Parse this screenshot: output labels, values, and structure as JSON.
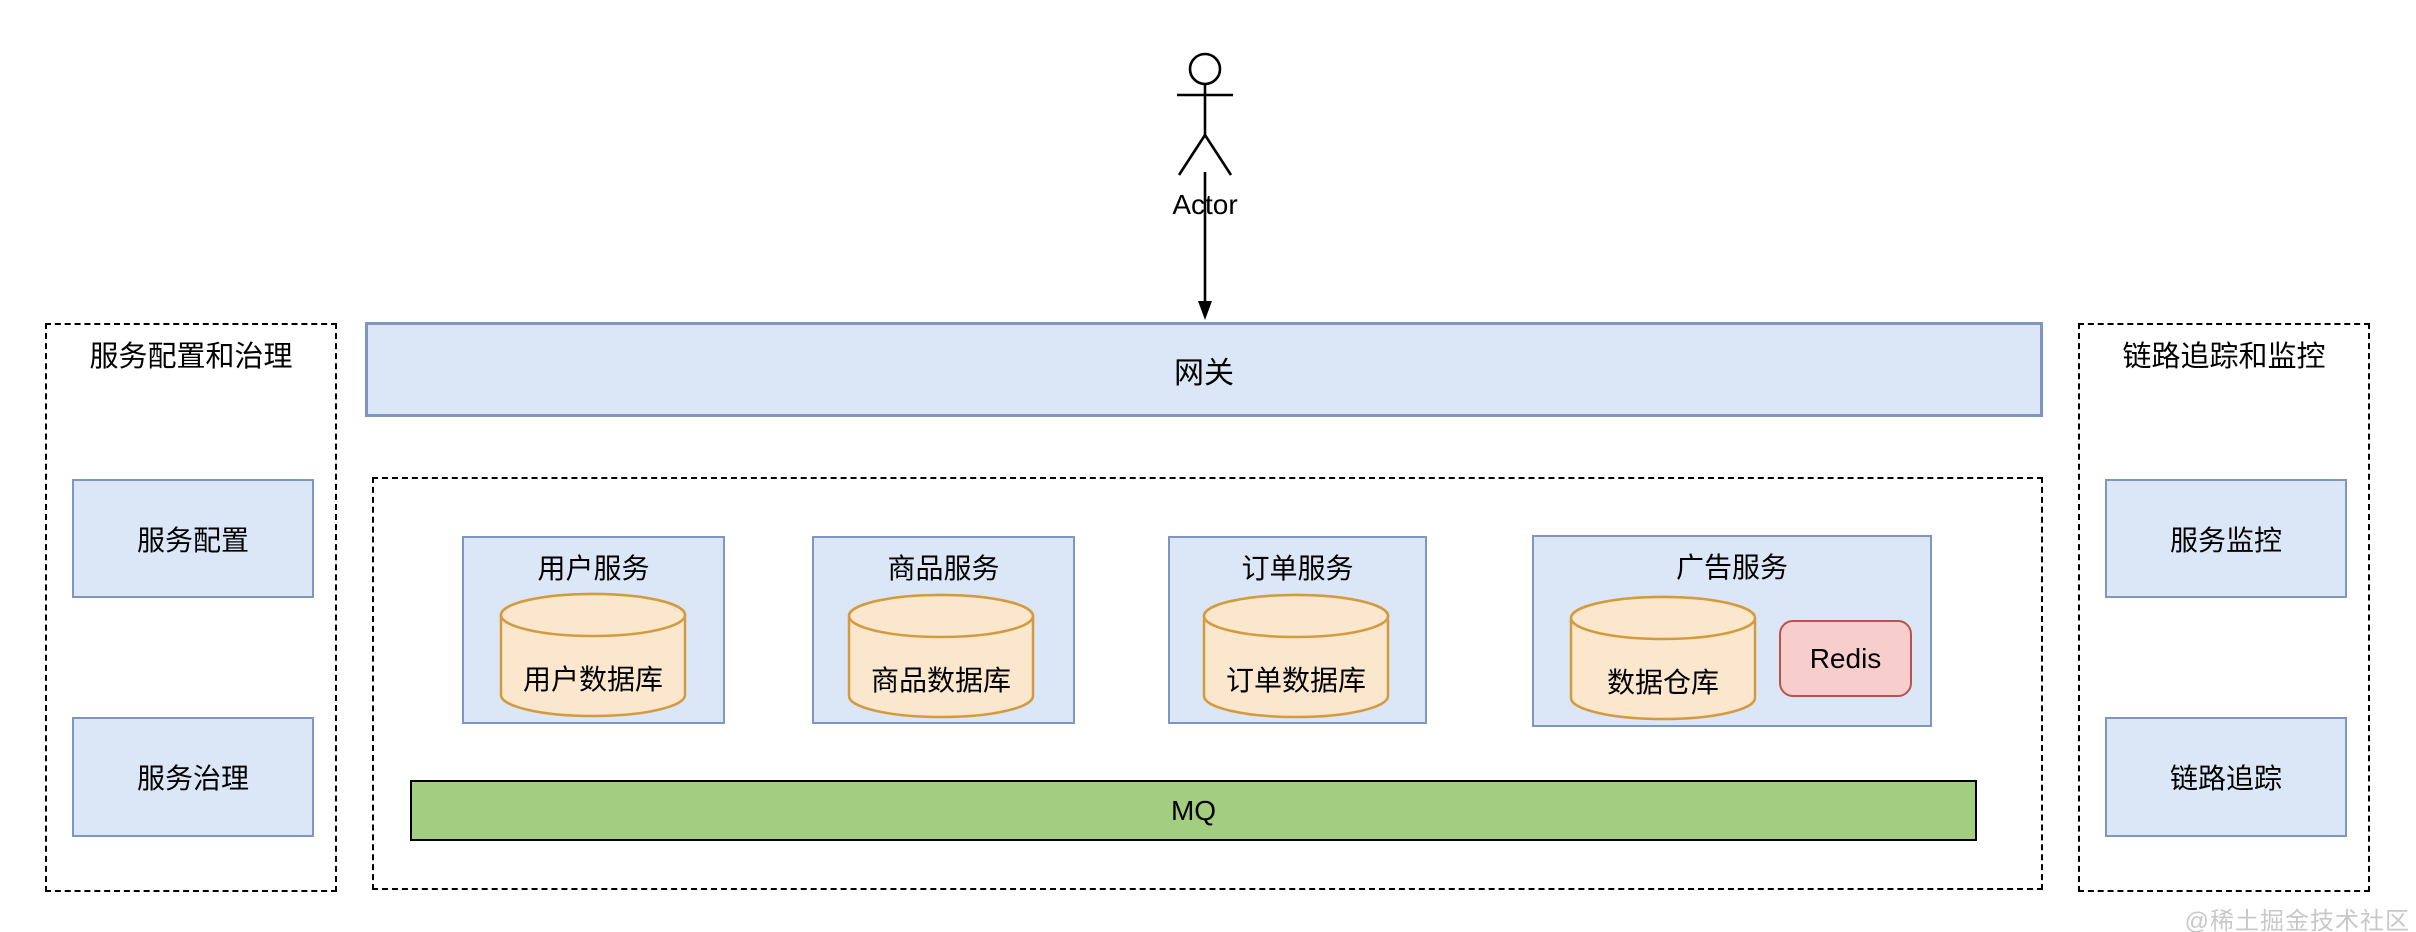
{
  "diagram": {
    "actor": {
      "label": "Actor"
    },
    "gateway": {
      "label": "网关"
    },
    "left_panel": {
      "title": "服务配置和治理",
      "boxes": [
        {
          "label": "服务配置"
        },
        {
          "label": "服务治理"
        }
      ]
    },
    "right_panel": {
      "title": "链路追踪和监控",
      "boxes": [
        {
          "label": "服务监控"
        },
        {
          "label": "链路追踪"
        }
      ]
    },
    "services": [
      {
        "name": "用户服务",
        "database": "用户数据库"
      },
      {
        "name": "商品服务",
        "database": "商品数据库"
      },
      {
        "name": "订单服务",
        "database": "订单数据库"
      },
      {
        "name": "广告服务",
        "database": "数据仓库",
        "cache": "Redis"
      }
    ],
    "mq": {
      "label": "MQ"
    },
    "watermark": "@稀土掘金技术社区"
  },
  "colors": {
    "service_box_fill": "#dbe6f6",
    "service_box_border": "#7e96c0",
    "database_fill": "#fae7ce",
    "database_border": "#d49b3e",
    "cache_fill": "#f8cecc",
    "cache_border": "#b85450",
    "mq_fill": "#a3cd80",
    "mq_border": "#000000",
    "watermark_color": "#c8c8c8"
  }
}
